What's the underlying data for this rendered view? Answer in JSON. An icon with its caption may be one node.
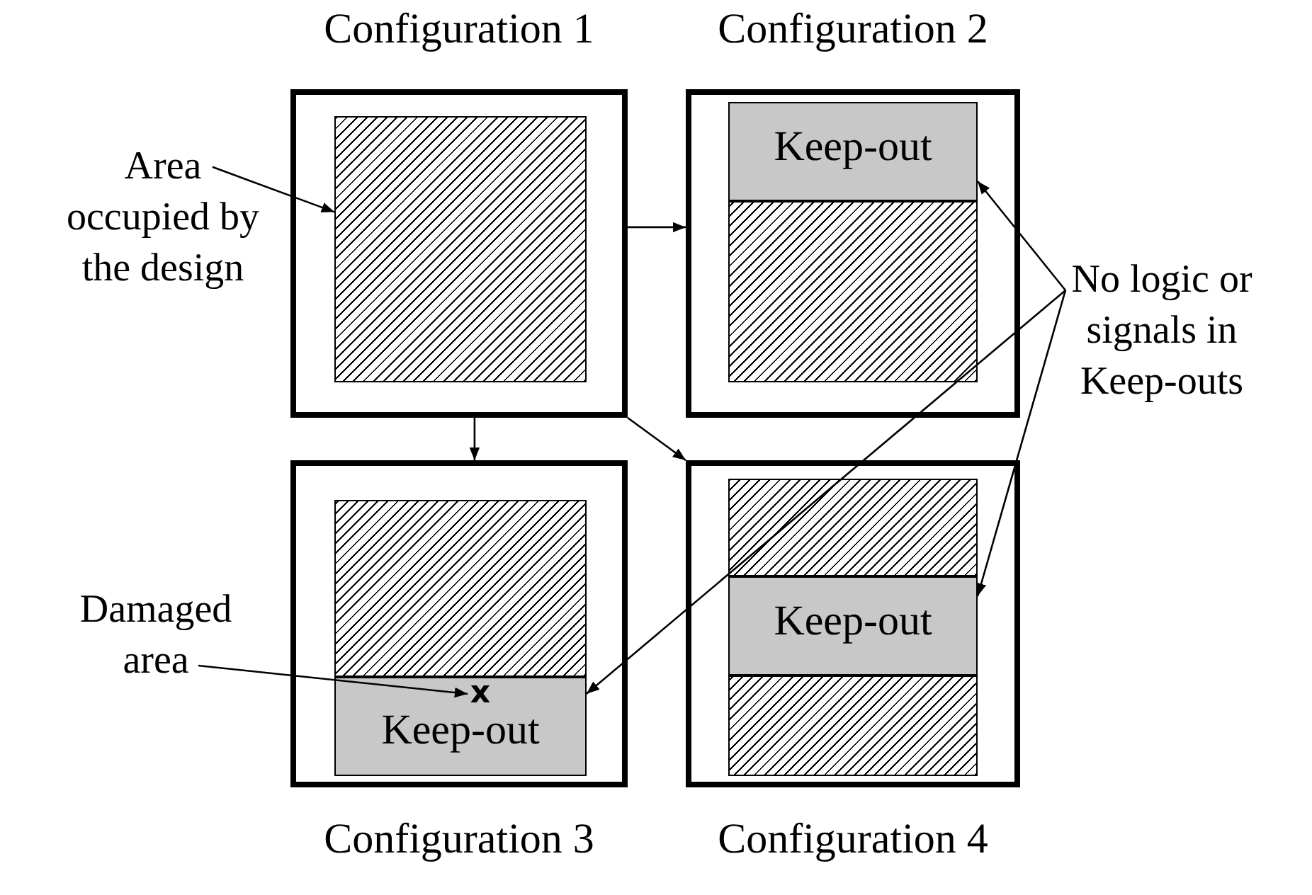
{
  "diagram": {
    "nodes": [
      {
        "text": [
          "Configuration 1"
        ]
      },
      {
        "text": [],
        "shape": "box",
        "in": 0
      },
      {
        "text": [
          "Configuration 2"
        ]
      },
      {
        "text": [
          "Keep-out"
        ],
        "in": 2
      },
      {
        "text": [],
        "shape": "box",
        "in": 2
      },
      {
        "text": [
          "Configuration 3"
        ]
      },
      {
        "text": [],
        "shape": "box",
        "in": 5
      },
      {
        "text": [
          "Keep-out"
        ],
        "in": 5
      },
      {
        "text": [
          "x"
        ],
        "in": 7
      },
      {
        "text": [
          "Configuration 4"
        ]
      },
      {
        "text": [],
        "shape": "box",
        "in": 9
      },
      {
        "text": [
          "Keep-out"
        ],
        "in": 9
      },
      {
        "text": [],
        "shape": "box",
        "in": 9
      },
      {
        "text": [
          "Area occupied by the design"
        ]
      },
      {
        "text": [
          "Damaged area"
        ]
      },
      {
        "text": [
          "No logic or signals in Keep-outs"
        ]
      }
    ],
    "edges": [
      {
        "from": 0,
        "to": 2,
        "arrow": "to"
      },
      {
        "from": 0,
        "to": 5,
        "arrow": "to"
      },
      {
        "from": 0,
        "to": 9,
        "arrow": "to"
      },
      {
        "from": 13,
        "to": 1,
        "arrow": "to"
      },
      {
        "from": 14,
        "to": 8,
        "arrow": "to"
      },
      {
        "from": 15,
        "to": 3,
        "arrow": "to"
      },
      {
        "from": 15,
        "to": 11,
        "arrow": "to"
      },
      {
        "from": 15,
        "to": 7,
        "arrow": "to"
      }
    ]
  }
}
